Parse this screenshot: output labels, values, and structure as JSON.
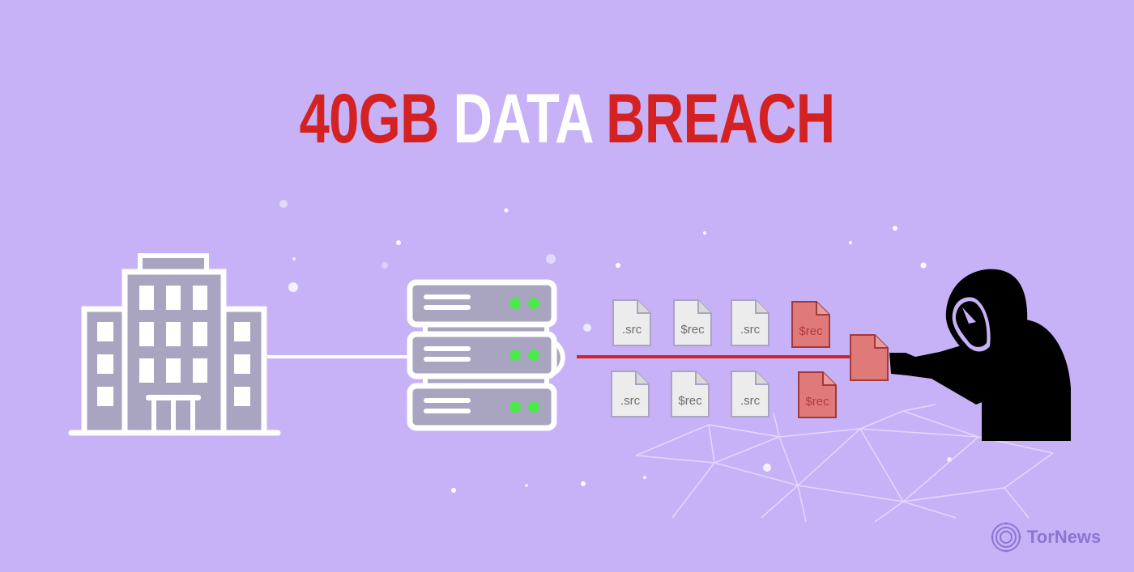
{
  "headline": {
    "part1": "40GB",
    "part2": "DATA",
    "part3": "BREACH",
    "colors": {
      "accent": "#d42222",
      "neutral": "#ffffff"
    }
  },
  "illustration": {
    "background": "#c7b2f8",
    "icons": [
      "building-icon",
      "server-rack-icon",
      "hacker-icon"
    ],
    "files_top": [
      {
        "label": ".src",
        "state": "normal"
      },
      {
        "label": "$rec",
        "state": "normal"
      },
      {
        "label": ".src",
        "state": "normal"
      },
      {
        "label": "$rec",
        "state": "stolen"
      }
    ],
    "files_bottom": [
      {
        "label": ".src",
        "state": "normal"
      },
      {
        "label": "$rec",
        "state": "normal"
      },
      {
        "label": ".src",
        "state": "normal"
      },
      {
        "label": "$rec",
        "state": "stolen"
      }
    ],
    "server_led_color": "#4de84d",
    "stolen_color": "#e07a78",
    "leak_line_color": "#d42222"
  },
  "watermark": {
    "brand": "TorNews"
  }
}
